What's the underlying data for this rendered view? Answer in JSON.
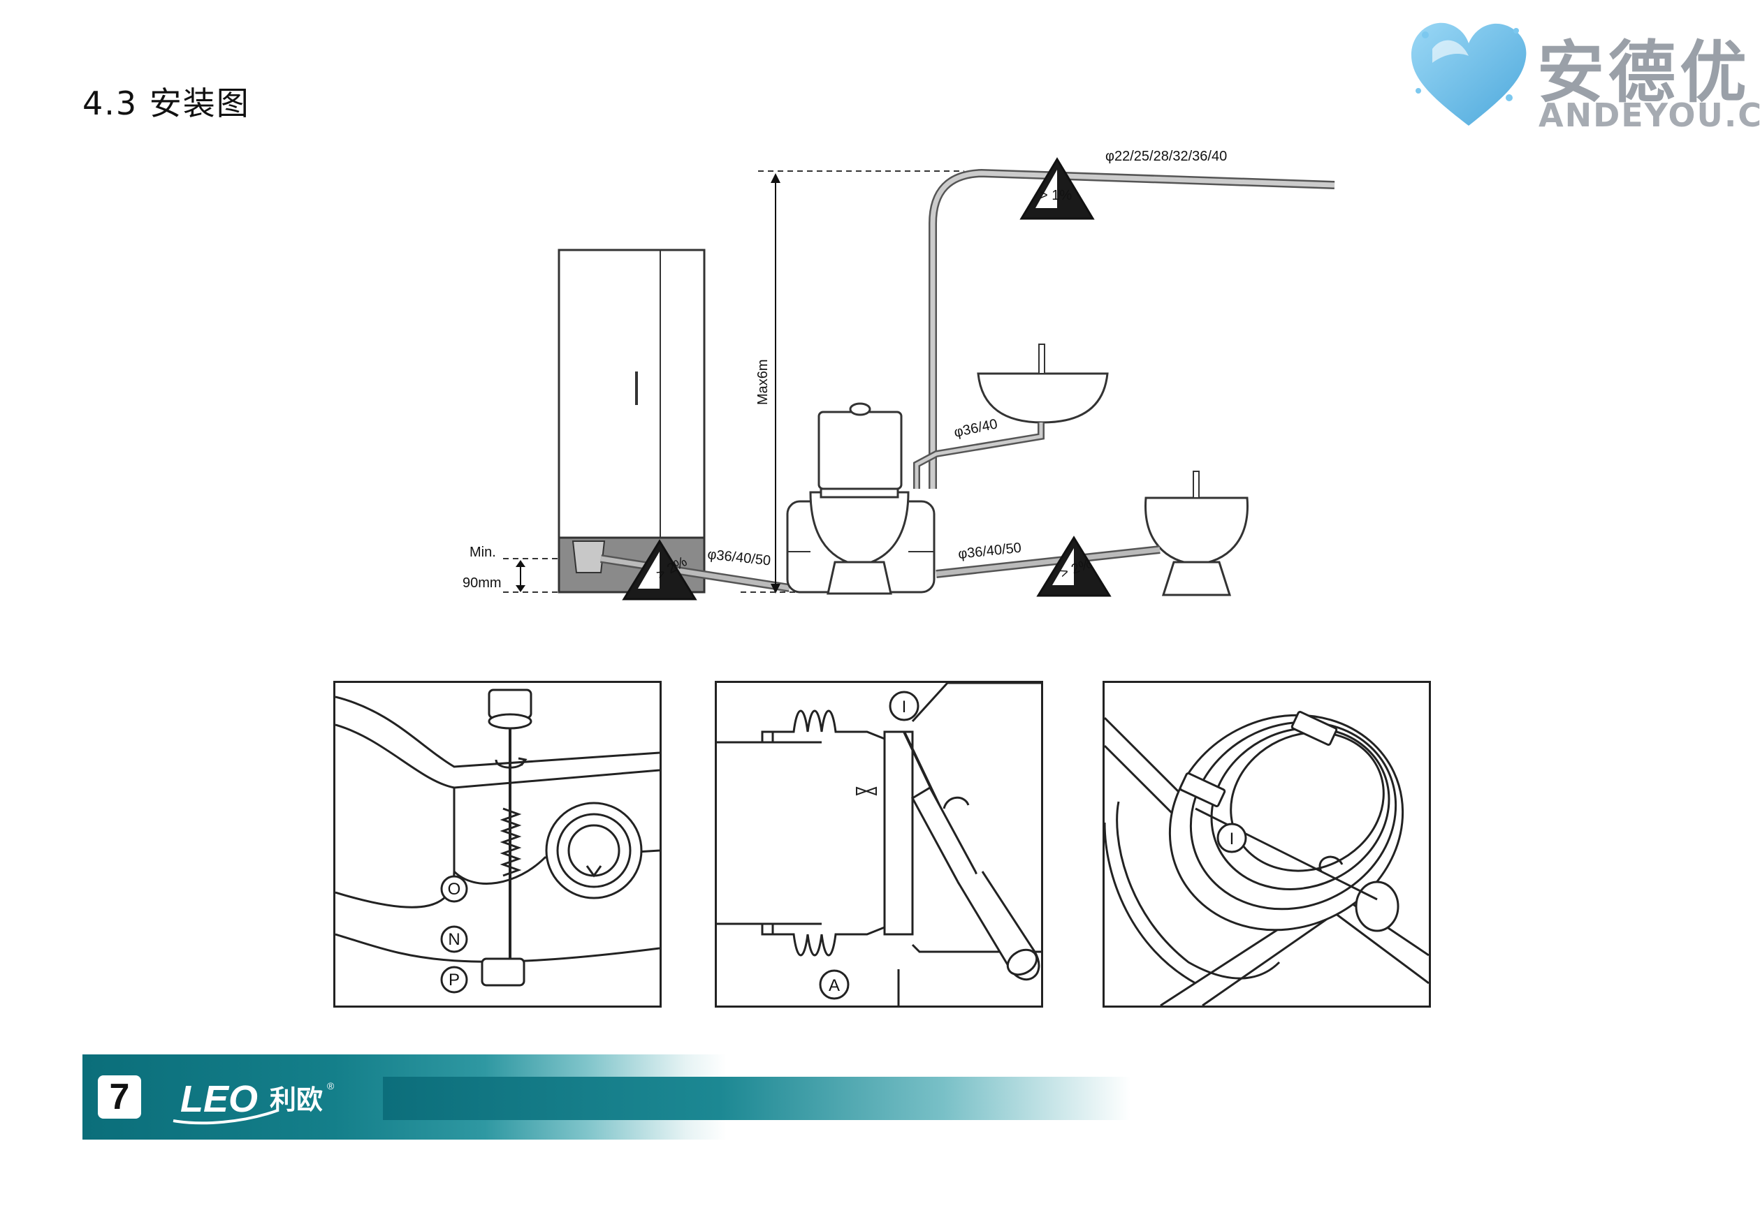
{
  "header": {
    "title": "4.3 安装图"
  },
  "watermark": {
    "name_cn": "安德优",
    "domain": "ANDEYOU.CN"
  },
  "diagram": {
    "pipe_top_label": "φ22/25/28/32/36/40",
    "slope_top": "> 1%",
    "height_label": "Max6m",
    "basin_pipe_label": "φ36/40",
    "toilet_pipe_label": "φ36/40/50",
    "bidet_pipe_label": "φ36/40/50",
    "slope_left": "> 2%",
    "slope_right": "> 2%",
    "min_label": "Min.",
    "min_value": "90mm"
  },
  "details": {
    "panel1_labels": [
      "O",
      "N",
      "P"
    ],
    "panel2_labels": [
      "I",
      "A"
    ],
    "panel3_labels": [
      "I"
    ]
  },
  "footer": {
    "page_number": "7",
    "brand_latin": "LEO",
    "brand_cn": "利欧",
    "registered": "®"
  }
}
